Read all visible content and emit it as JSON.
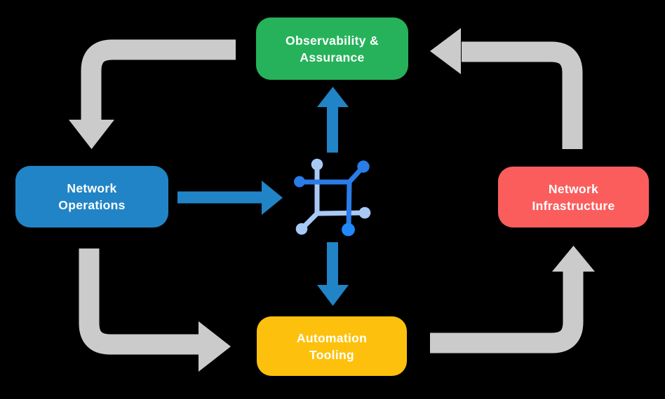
{
  "background_color": "#000000",
  "colors": {
    "gray_arrow": "#cbcbcb",
    "blue_arrow": "#2184c6",
    "box_green": "#26b25a",
    "box_blue": "#2184c6",
    "box_red": "#fb5d5d",
    "box_yellow": "#fdc10d",
    "icon_dark_blue": "#2a7ce8",
    "icon_bright_blue": "#1f88fc",
    "icon_light_blue": "#a9c9f5",
    "label_text": "#ffffff"
  },
  "boxes": {
    "observability": {
      "label": "Observability &\nAssurance",
      "color": "#26b25a"
    },
    "operations": {
      "label": "Network\nOperations",
      "color": "#2184c6"
    },
    "infrastructure": {
      "label": "Network\nInfrastructure",
      "color": "#fb5d5d"
    },
    "automation": {
      "label": "Automation\nTooling",
      "color": "#fdc10d"
    }
  },
  "center_icon": {
    "name": "network-mesh-icon"
  },
  "flows": {
    "gray_cycle": [
      {
        "from": "Observability & Assurance",
        "to": "Network Operations"
      },
      {
        "from": "Network Operations",
        "to": "Automation Tooling"
      },
      {
        "from": "Automation Tooling",
        "to": "Network Infrastructure"
      },
      {
        "from": "Network Infrastructure",
        "to": "Observability & Assurance"
      }
    ],
    "blue_arrows": [
      {
        "from": "Network Operations",
        "to": "center icon"
      },
      {
        "from": "center icon",
        "to": "Observability & Assurance"
      },
      {
        "from": "center icon",
        "to": "Automation Tooling"
      }
    ]
  }
}
